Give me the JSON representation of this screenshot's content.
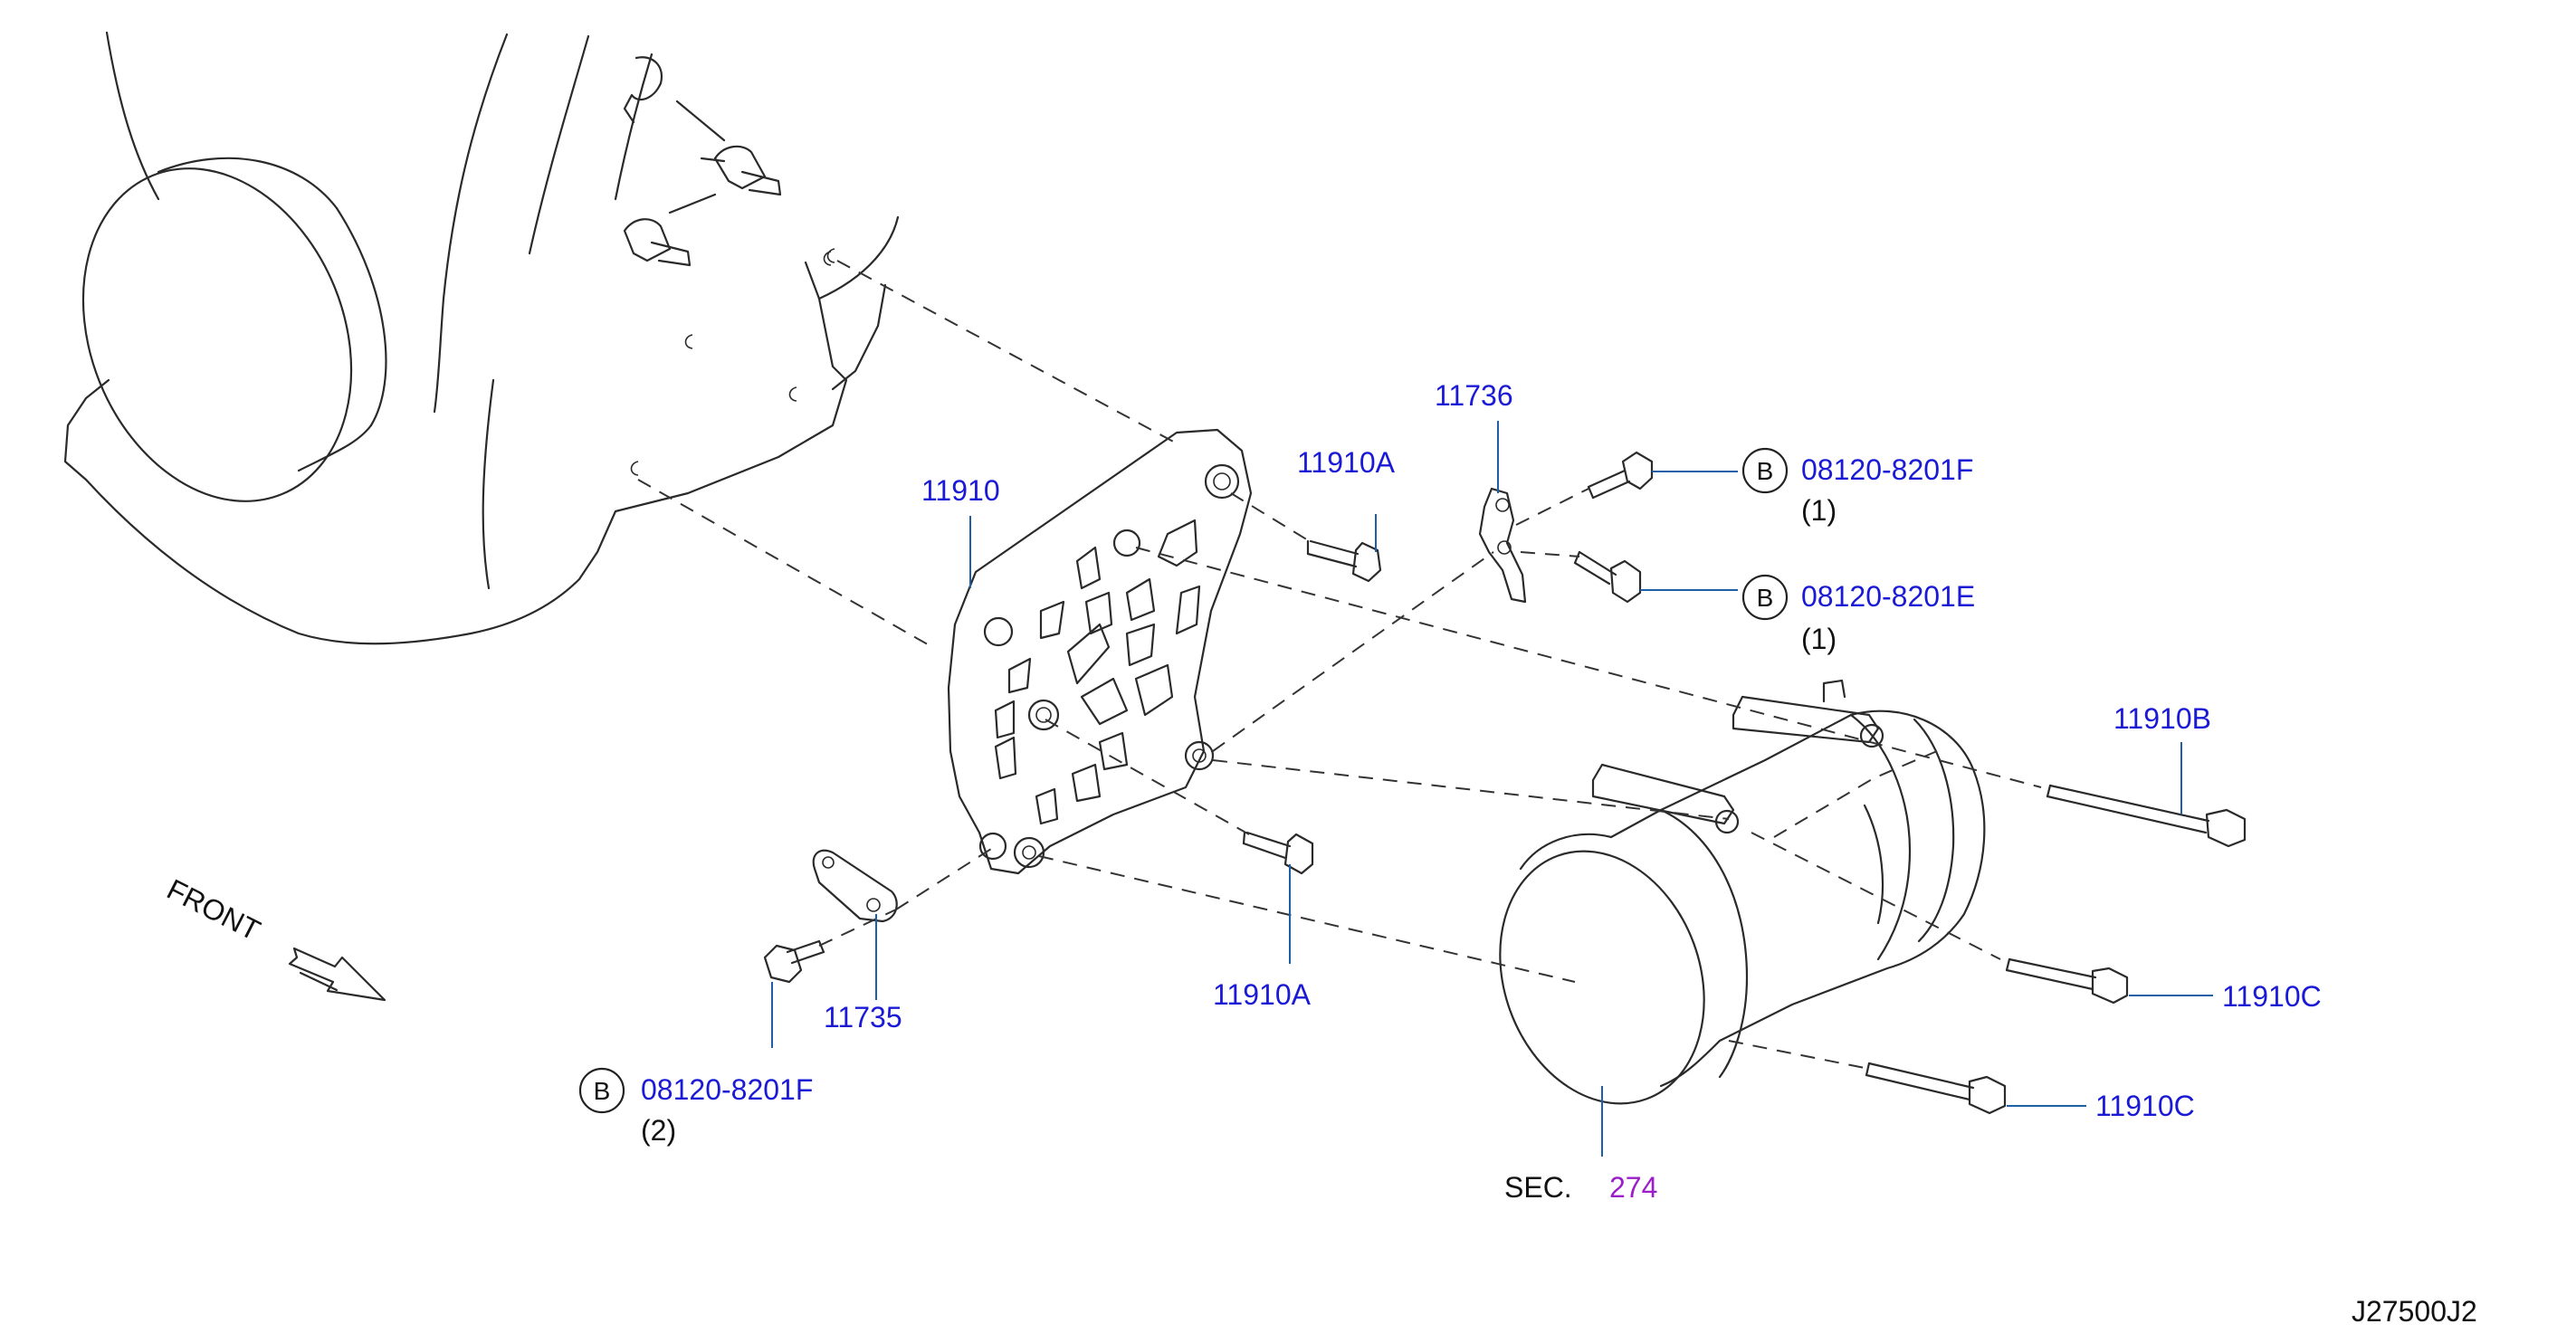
{
  "labels": {
    "bracket": "11910",
    "bolt_11910a_top": "11910A",
    "bolt_11910a_bottom": "11910A",
    "bracket_11736": "11736",
    "bracket_11735": "11735",
    "bolt_11910b": "11910B",
    "bolt_11910c_upper": "11910C",
    "bolt_11910c_lower": "11910C",
    "bolt_f_top": "08120-8201F",
    "bolt_e": "08120-8201E",
    "bolt_f_bottom": "08120-8201F",
    "qty_f_top": "(1)",
    "qty_e": "(1)",
    "qty_f_bottom": "(2)",
    "b_mark": "B",
    "sec_prefix": "SEC.",
    "sec_number": "274",
    "front": "FRONT",
    "diagram_code": "J27500J2"
  },
  "colors": {
    "part_number": "#1a1ad6",
    "section_ref": "#9a1ec9",
    "leader_line": "#1f5fa8",
    "linework": "#2a2a2a"
  }
}
